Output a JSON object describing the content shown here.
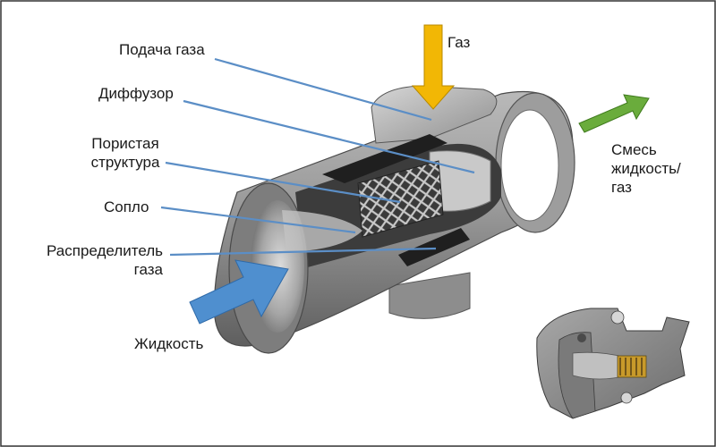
{
  "labels": {
    "gas_supply": "Подача газа",
    "diffuser": "Диффузор",
    "porous_structure": [
      "Пористая",
      "структура"
    ],
    "nozzle": "Сопло",
    "gas_distributor": [
      "Распределитель",
      "газа"
    ],
    "liquid": "Жидкость",
    "gas": "Газ",
    "mixture": [
      "Смесь",
      "жидкость/",
      "газ"
    ]
  },
  "colors": {
    "gas_arrow": "#f2b705",
    "mixture_arrow": "#6aac3c",
    "liquid_arrow": "#4f8fcf",
    "leader_lines": "#5b8ec6",
    "body_metal": "#8c8c8c"
  }
}
